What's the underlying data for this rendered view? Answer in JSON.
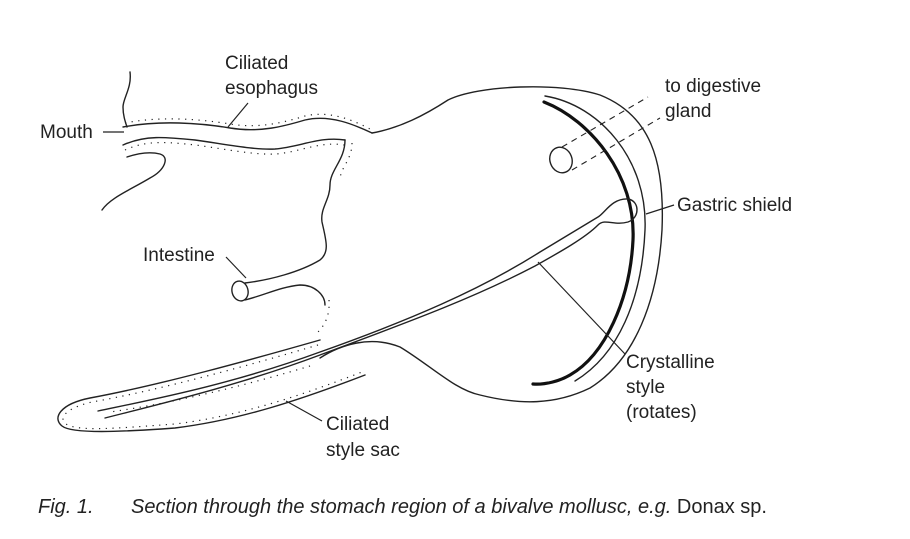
{
  "labels": {
    "mouth": "Mouth",
    "ciliated_esophagus_1": "Ciliated",
    "ciliated_esophagus_2": "esophagus",
    "to_digestive_1": "to digestive",
    "to_digestive_2": "gland",
    "gastric_shield": "Gastric shield",
    "intestine": "Intestine",
    "crystalline_1": "Crystalline",
    "crystalline_2": "style",
    "crystalline_3": "(rotates)",
    "style_sac_1": "Ciliated",
    "style_sac_2": "style sac"
  },
  "caption": {
    "number": "Fig. 1.",
    "text": "Section through the stomach region of a bivalve mollusc, e.g.",
    "genus": "Donax sp."
  }
}
